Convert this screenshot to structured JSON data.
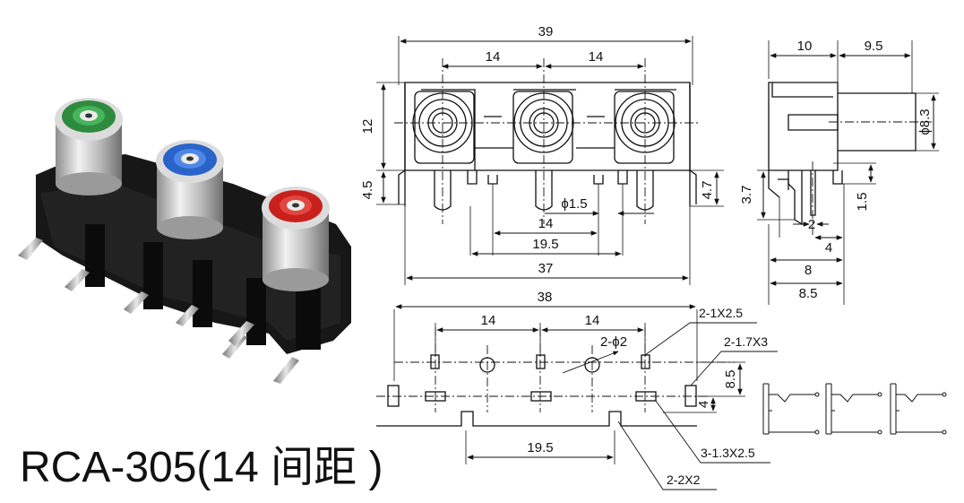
{
  "title": "RCA-305(14 间距 )",
  "colors": {
    "jack_1": "#2e8b3e",
    "jack_2": "#2a63c9",
    "jack_3": "#c8211d",
    "body": "#161616",
    "metal": "#c9c9c9",
    "line": "#111111"
  },
  "front_view": {
    "dims": {
      "overall_width": "39",
      "pitch_left": "14",
      "pitch_right": "14",
      "height": "12",
      "leg_left": "4.5",
      "leg_right": "4.7",
      "pin_dia": "ϕ1.5",
      "pin_span": "14",
      "pin_span_outer": "19.5",
      "base_width": "37"
    }
  },
  "side_view": {
    "dims": {
      "depth_left": "10",
      "depth_right": "9.5",
      "jack_dia": "ϕ8.3",
      "leg_h": "3.7",
      "pin_off": "1.5",
      "pin_w": "2",
      "d4": "4",
      "d8": "8",
      "d85": "8.5"
    }
  },
  "pcb_view": {
    "dims": {
      "overall": "38",
      "pitch_left": "14",
      "pitch_right": "14",
      "post_holes": "2-ϕ2",
      "slot_top": "2-1X2.5",
      "slot_right": "2-1.7X3",
      "v85": "8.5",
      "v4": "4",
      "span": "19.5",
      "slot_mid": "3-1.3X2.5",
      "slot_bottom": "2-2X2"
    }
  }
}
